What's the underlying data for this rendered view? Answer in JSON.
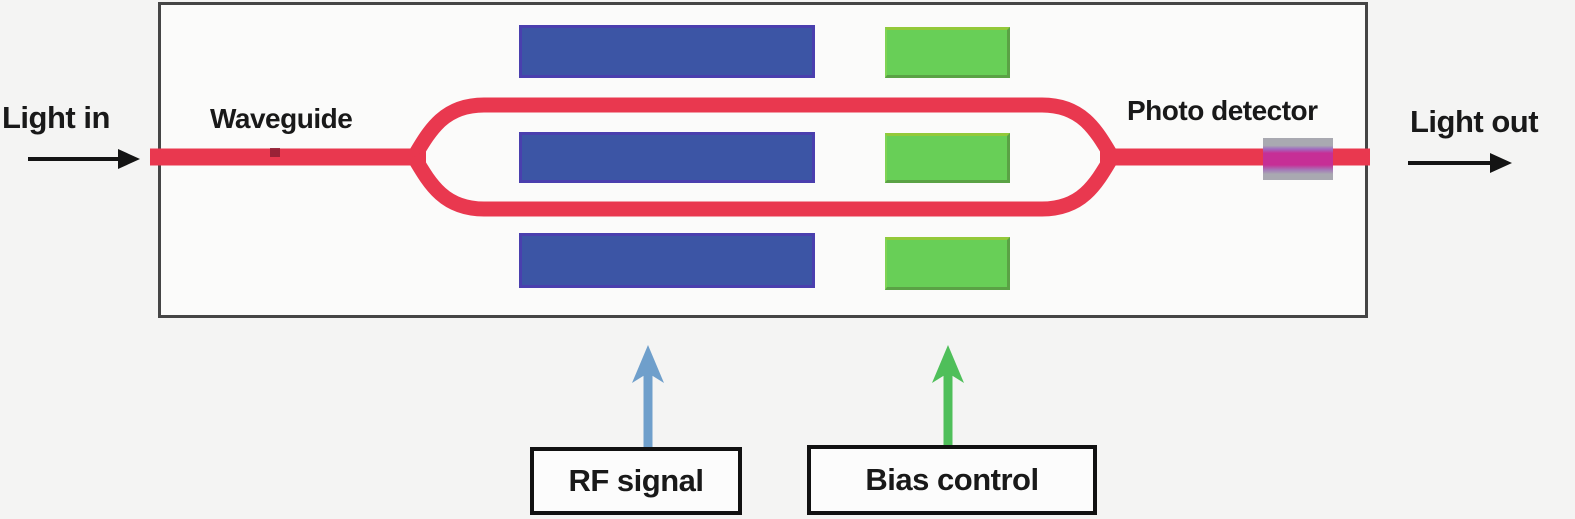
{
  "diagram_type": "mach-zehnder-optical-modulator",
  "labels": {
    "light_in": "Light in",
    "waveguide": "Waveguide",
    "photo_detector": "Photo detector",
    "light_out": "Light out",
    "rf_signal": "RF signal",
    "bias_control": "Bias control"
  },
  "icons": {
    "light_in_arrow": "right-arrow",
    "light_out_arrow": "right-arrow",
    "rf_signal_arrow": "up-arrow",
    "bias_control_arrow": "up-arrow"
  },
  "components": {
    "rf_electrode_count": 3,
    "bias_electrode_count": 3
  },
  "colors": {
    "background": "#f4f4f3",
    "chip_border": "#454545",
    "waveguide": "#e9384f",
    "rf_electrode": "#3c55a5",
    "rf_electrode_border": "#4a3fae",
    "bias_electrode": "#68cf57",
    "bias_electrode_edge": "#93c939",
    "photo_detector_grey": "#a9a9b1",
    "photo_detector_magenta": "#c62f96",
    "rf_arrow": "#6f9fcb",
    "bias_arrow": "#4fbf5a",
    "text": "#191919"
  }
}
